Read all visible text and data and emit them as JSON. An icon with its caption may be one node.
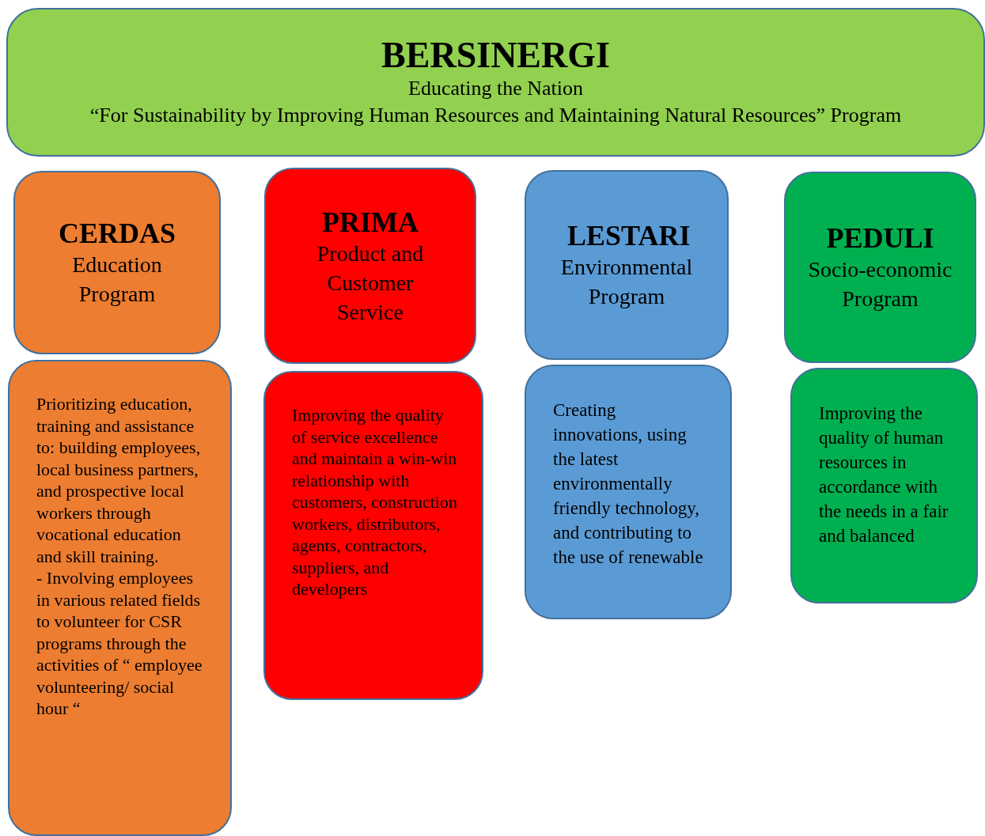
{
  "diagram": {
    "nodes": [
      {
        "text": [
          "BERSINERGI",
          "Educating the Nation",
          "“For Sustainability by Improving Human Resources and Maintaining Natural Resources” Program"
        ]
      },
      {
        "text": [
          "CERDAS",
          "Education Program"
        ]
      },
      {
        "text": [
          "PRIMA",
          "Product and Customer Service"
        ]
      },
      {
        "text": [
          "LESTARI",
          "Environmental Program"
        ]
      },
      {
        "text": [
          "PEDULI",
          "Socio-economic Program"
        ]
      },
      {
        "text": [
          "Prioritizing education, training and assistance to: building employees, local business partners, and prospective local workers through vocational education and skill training.",
          "- Involving employees in various related fields to volunteer for CSR programs through the activities of “ employee volunteering/ social hour “"
        ]
      },
      {
        "text": [
          "Improving the quality of service excellence and maintain a win-win relationship with customers, construction workers, distributors, agents, contractors, suppliers, and developers"
        ]
      },
      {
        "text": [
          "Creating innovations, using the latest environmentally friendly technology, and contributing to the use of renewable"
        ]
      },
      {
        "text": [
          "Improving the quality of human resources in accordance with the needs in a fair and balanced"
        ]
      }
    ]
  }
}
